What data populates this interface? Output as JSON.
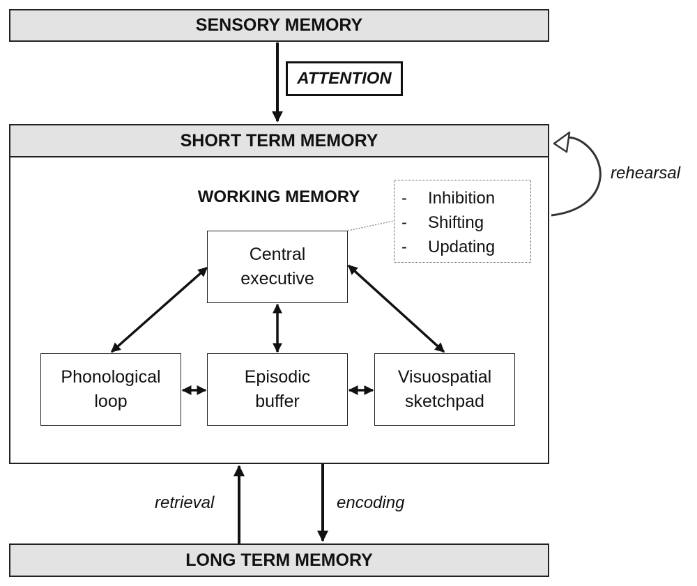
{
  "stores": {
    "sensory": "SENSORY MEMORY",
    "short_term": "SHORT TERM MEMORY",
    "long_term": "LONG TERM MEMORY"
  },
  "attention": "ATTENTION",
  "working_memory": {
    "title": "WORKING MEMORY",
    "central_executive": "Central\nexecutive",
    "phonological_loop": "Phonological\nloop",
    "episodic_buffer": "Episodic\nbuffer",
    "visuospatial_sketchpad": "Visuospatial\nsketchpad"
  },
  "executive_functions": {
    "dash": "-",
    "items": [
      "Inhibition",
      "Shifting",
      "Updating"
    ]
  },
  "labels": {
    "rehearsal": "rehearsal",
    "retrieval": "retrieval",
    "encoding": "encoding"
  }
}
